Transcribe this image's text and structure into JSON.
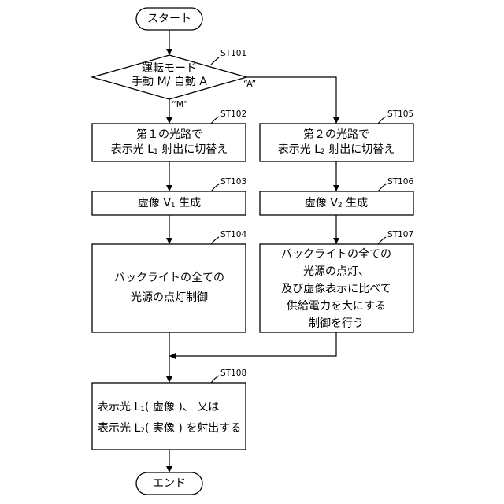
{
  "start": {
    "label": "スタート"
  },
  "end": {
    "label": "エンド"
  },
  "decision": {
    "step": "ST101",
    "line1": "運転モード",
    "line2": "手動 M/ 自動 A",
    "branch_m": "“M”",
    "branch_a": "“A”"
  },
  "st102": {
    "step": "ST102",
    "line1": "第１の光路で",
    "line2_pre": "表示光 L",
    "line2_sub": "1",
    "line2_post": " 射出に切替え"
  },
  "st103": {
    "step": "ST103",
    "pre": "虚像 V",
    "sub": "1",
    "post": " 生成"
  },
  "st104": {
    "step": "ST104",
    "line1": "バックライトの全ての",
    "line2": "光源の点灯制御"
  },
  "st105": {
    "step": "ST105",
    "line1": "第２の光路で",
    "line2_pre": "表示光 L",
    "line2_sub": "2",
    "line2_post": " 射出に切替え"
  },
  "st106": {
    "step": "ST106",
    "pre": "虚像 V",
    "sub": "2",
    "post": " 生成"
  },
  "st107": {
    "step": "ST107",
    "line1": "バックライトの全ての",
    "line2": "光源の点灯、",
    "line3": "及び虚像表示に比べて",
    "line4": "供給電力を大にする",
    "line5": "制御を行う"
  },
  "st108": {
    "step": "ST108",
    "l1_pre": "表示光 L",
    "l1_sub": "1",
    "l1_post": "( 虚像 )、 又は",
    "l2_pre": "表示光 L",
    "l2_sub": "2",
    "l2_post": "( 実像 ) を射出する"
  }
}
